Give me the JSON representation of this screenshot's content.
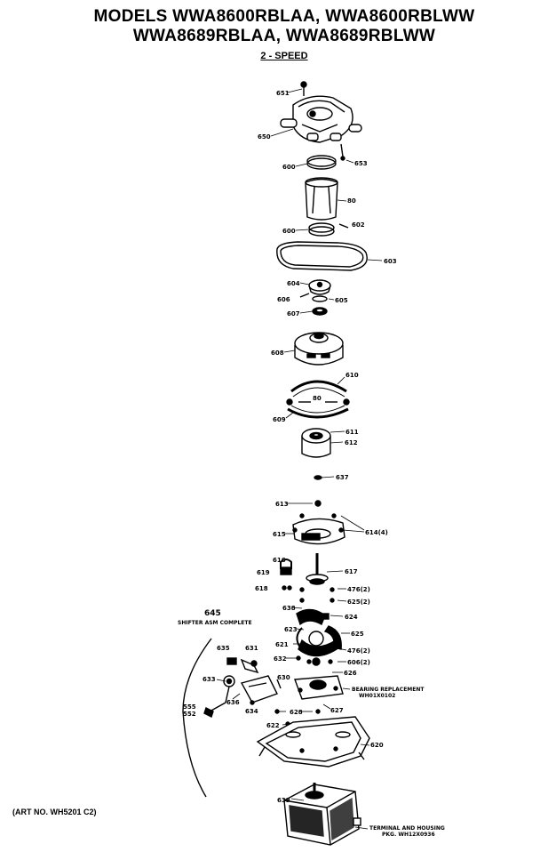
{
  "title": {
    "line1": "MODELS WWA8600RBLAA, WWA8600RBLWW",
    "line2": "WWA8689RBLAA, WWA8689RBLWW",
    "subtitle": "2 - SPEED"
  },
  "art_number": "(ART NO. WH5201 C2)",
  "callouts": [
    {
      "id": "651",
      "text": "651"
    },
    {
      "id": "650",
      "text": "650"
    },
    {
      "id": "653",
      "text": "653"
    },
    {
      "id": "600a",
      "text": "600"
    },
    {
      "id": "80",
      "text": "80"
    },
    {
      "id": "600b",
      "text": "600"
    },
    {
      "id": "602",
      "text": "602"
    },
    {
      "id": "603",
      "text": "603"
    },
    {
      "id": "604",
      "text": "604"
    },
    {
      "id": "606",
      "text": "606"
    },
    {
      "id": "605",
      "text": "605"
    },
    {
      "id": "607",
      "text": "607"
    },
    {
      "id": "608",
      "text": "608"
    },
    {
      "id": "609",
      "text": "609"
    },
    {
      "id": "610",
      "text": "610"
    },
    {
      "id": "80b",
      "text": "80"
    },
    {
      "id": "611",
      "text": "611"
    },
    {
      "id": "612",
      "text": "612"
    },
    {
      "id": "637",
      "text": "637"
    },
    {
      "id": "613",
      "text": "613"
    },
    {
      "id": "614",
      "text": "614(4)"
    },
    {
      "id": "615",
      "text": "615"
    },
    {
      "id": "616",
      "text": "616"
    },
    {
      "id": "617",
      "text": "617"
    },
    {
      "id": "619",
      "text": "619"
    },
    {
      "id": "618",
      "text": "618"
    },
    {
      "id": "476a",
      "text": "476(2)"
    },
    {
      "id": "625a",
      "text": "625(2)"
    },
    {
      "id": "638",
      "text": "638"
    },
    {
      "id": "624",
      "text": "624"
    },
    {
      "id": "623",
      "text": "623"
    },
    {
      "id": "625",
      "text": "625"
    },
    {
      "id": "621",
      "text": "621"
    },
    {
      "id": "476b",
      "text": "476(2)"
    },
    {
      "id": "635",
      "text": "635"
    },
    {
      "id": "631",
      "text": "631"
    },
    {
      "id": "632",
      "text": "632"
    },
    {
      "id": "606b",
      "text": "606(2)"
    },
    {
      "id": "626",
      "text": "626"
    },
    {
      "id": "633",
      "text": "633"
    },
    {
      "id": "630",
      "text": "630"
    },
    {
      "id": "634",
      "text": "634"
    },
    {
      "id": "636",
      "text": "636"
    },
    {
      "id": "555",
      "text": "555"
    },
    {
      "id": "552",
      "text": "552"
    },
    {
      "id": "622",
      "text": "622"
    },
    {
      "id": "627",
      "text": "627"
    },
    {
      "id": "628",
      "text": "628"
    },
    {
      "id": "620",
      "text": "620"
    },
    {
      "id": "639",
      "text": "639"
    }
  ],
  "notes": {
    "shifter_num": "645",
    "shifter_text": "SHIFTER ASM COMPLETE",
    "bearing_line1": "BEARING REPLACEMENT",
    "bearing_line2": "WH01X0102",
    "terminal_line1": "TERMINAL AND HOUSING",
    "terminal_line2": "PKG. WH12X0936"
  }
}
